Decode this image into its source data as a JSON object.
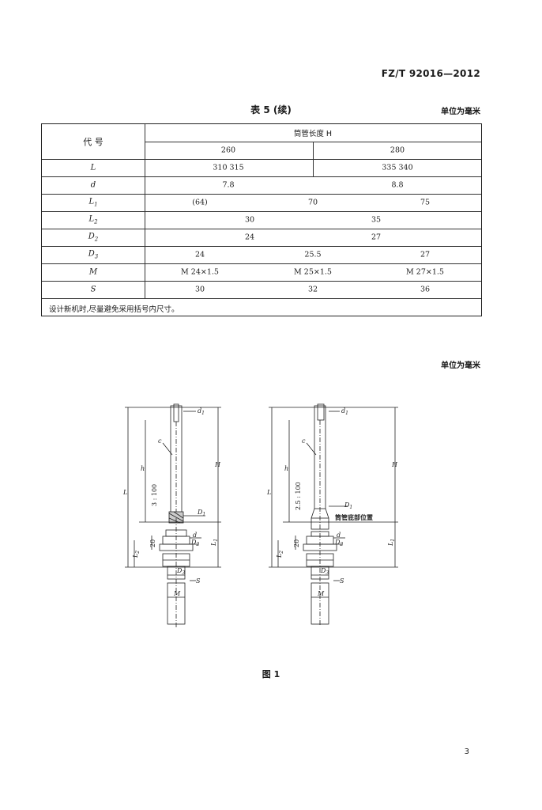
{
  "header": {
    "standard": "FZ/T 92016—2012"
  },
  "table": {
    "title": "表 5 (续)",
    "unit": "单位为毫米",
    "code_header": "代  号",
    "group_header": "筒管长度 H",
    "sub_headers": [
      "260",
      "280"
    ],
    "rows": [
      {
        "sym": "L",
        "sub": "",
        "cells": [
          "310  315",
          "335  340"
        ]
      },
      {
        "sym": "d",
        "sub": "",
        "cells": [
          "7.8",
          "8.8"
        ]
      },
      {
        "sym": "L",
        "sub": "1",
        "cells": [
          "(64)",
          "70",
          "75"
        ]
      },
      {
        "sym": "L",
        "sub": "2",
        "cells": [
          "30",
          "35"
        ]
      },
      {
        "sym": "D",
        "sub": "2",
        "cells": [
          "24",
          "27"
        ]
      },
      {
        "sym": "D",
        "sub": "3",
        "cells": [
          "24",
          "25.5",
          "27"
        ]
      },
      {
        "sym": "M",
        "sub": "",
        "cells": [
          "M 24×1.5",
          "M 25×1.5",
          "M 27×1.5"
        ]
      },
      {
        "sym": "S",
        "sub": "",
        "cells": [
          "30",
          "32",
          "36"
        ]
      }
    ],
    "note": "设计新机时,尽量避免采用括号内尺寸。"
  },
  "figure": {
    "unit": "单位为毫米",
    "caption": "图 1",
    "left": {
      "labels": {
        "d1": "d",
        "d1_sub": "1",
        "c": "c",
        "h": "h",
        "H": "H",
        "L": "L",
        "taper": "3 : 100",
        "D1": "D",
        "D1_sub": "1",
        "d": "d",
        "D2": "D",
        "D2_sub": "2",
        "n20": "20",
        "L1": "L",
        "L1_sub": "1",
        "L2": "L",
        "L2_sub": "2",
        "D3": "D",
        "D3_sub": "3",
        "S": "S",
        "M": "M"
      }
    },
    "right": {
      "labels": {
        "d1": "d",
        "d1_sub": "1",
        "c": "c",
        "h": "h",
        "H": "H",
        "L": "L",
        "taper": "2.5 : 100",
        "D1": "D",
        "D1_sub": "1",
        "bottom": "筒管底部位置",
        "d": "d",
        "D2": "D",
        "D2_sub": "2",
        "n20": "20",
        "L1": "L",
        "L1_sub": "1",
        "L2": "L",
        "L2_sub": "2",
        "D3": "D",
        "D3_sub": "3",
        "S": "S",
        "M": "M"
      }
    }
  },
  "page_number": "3"
}
